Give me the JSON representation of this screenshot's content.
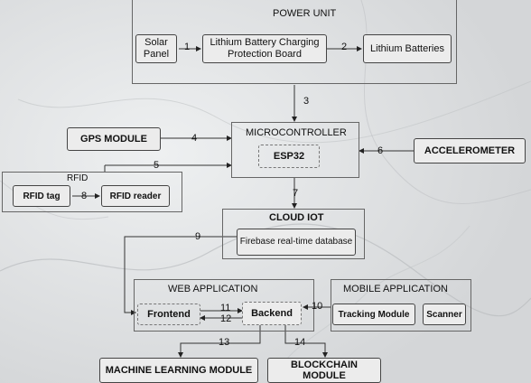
{
  "power_unit": {
    "title": "POWER UNIT",
    "solar_panel": "Solar Panel",
    "charging_board": "Lithium Battery Charging Protection Board",
    "batteries": "Lithium Batteries"
  },
  "microcontroller": {
    "title": "MICROCONTROLLER",
    "chip": "ESP32"
  },
  "gps": "GPS MODULE",
  "accelerometer": "ACCELEROMETER",
  "rfid": {
    "title": "RFID",
    "tag": "RFID tag",
    "reader": "RFID reader"
  },
  "cloud": {
    "title": "CLOUD IOT",
    "database": "Firebase real-time database"
  },
  "web_app": {
    "title": "WEB APPLICATION",
    "frontend": "Frontend",
    "backend": "Backend"
  },
  "mobile_app": {
    "title": "MOBILE APPLICATION",
    "tracking": "Tracking Module",
    "scanner": "Scanner"
  },
  "ml_module": "MACHINE LEARNING MODULE",
  "blockchain_module": "BLOCKCHAIN MODULE",
  "edges": {
    "e1": "1",
    "e2": "2",
    "e3": "3",
    "e4": "4",
    "e5": "5",
    "e6": "6",
    "e7": "7",
    "e8": "8",
    "e9": "9",
    "e10": "10",
    "e11": "11",
    "e12": "12",
    "e13": "13",
    "e14": "14"
  }
}
